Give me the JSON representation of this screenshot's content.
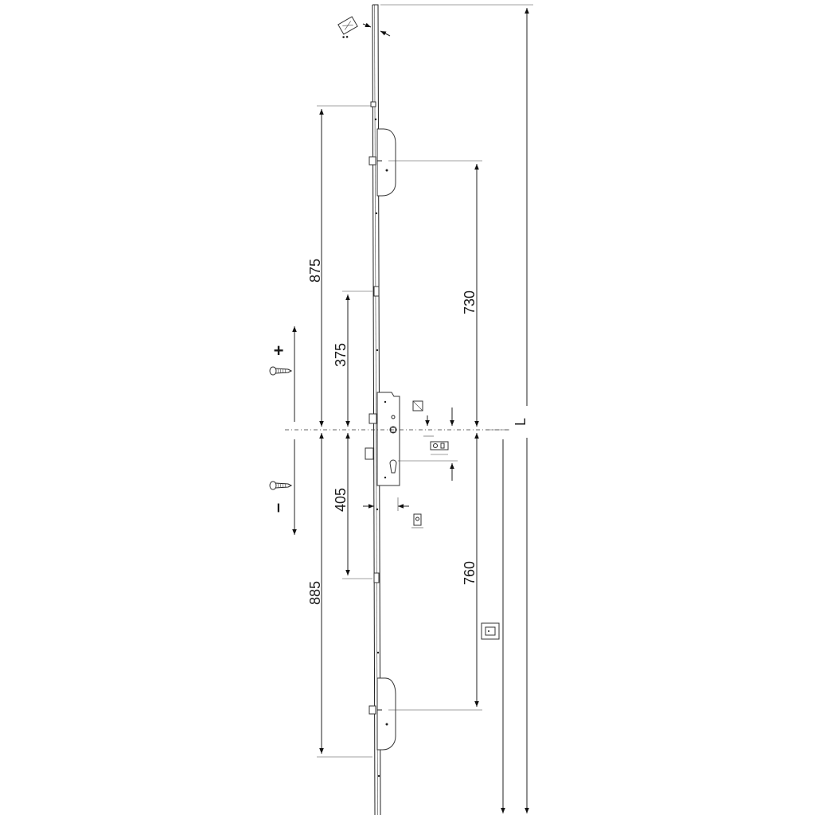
{
  "dimensions": {
    "d875": "875",
    "d730": "730",
    "d375": "375",
    "d405": "405",
    "d885": "885",
    "d760": "760",
    "total": "L"
  },
  "adjustment": {
    "plus": "+",
    "minus": "–"
  },
  "icons": {
    "top_screw": "screw-icon",
    "bottom_screw": "screw-icon",
    "handle_square": "square-spindle-icon",
    "cylinder": "cylinder-icon",
    "keep_box": "keep-box-icon",
    "end_icon": "end-plate-icon"
  },
  "colors": {
    "line": "#222222",
    "background": "#ffffff"
  }
}
